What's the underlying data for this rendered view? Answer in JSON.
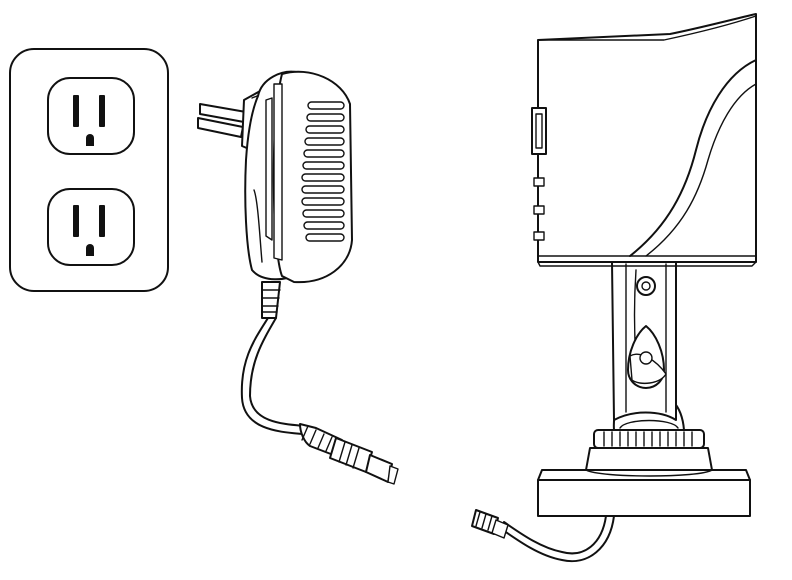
{
  "diagram": {
    "colors": {
      "line": "#111111",
      "background": "#ffffff",
      "shade": "#e6e6e6"
    },
    "components": [
      {
        "id": "wall-outlet",
        "icon": "duplex-wall-outlet-icon",
        "receptacles": 2
      },
      {
        "id": "power-adapter",
        "icon": "power-adapter-icon",
        "plug_prongs": 2
      },
      {
        "id": "dc-cable",
        "icon": "dc-barrel-plug-icon"
      },
      {
        "id": "bullet-camera",
        "icon": "bullet-camera-icon"
      },
      {
        "id": "camera-power-lead",
        "icon": "dc-power-lead-icon"
      }
    ]
  }
}
